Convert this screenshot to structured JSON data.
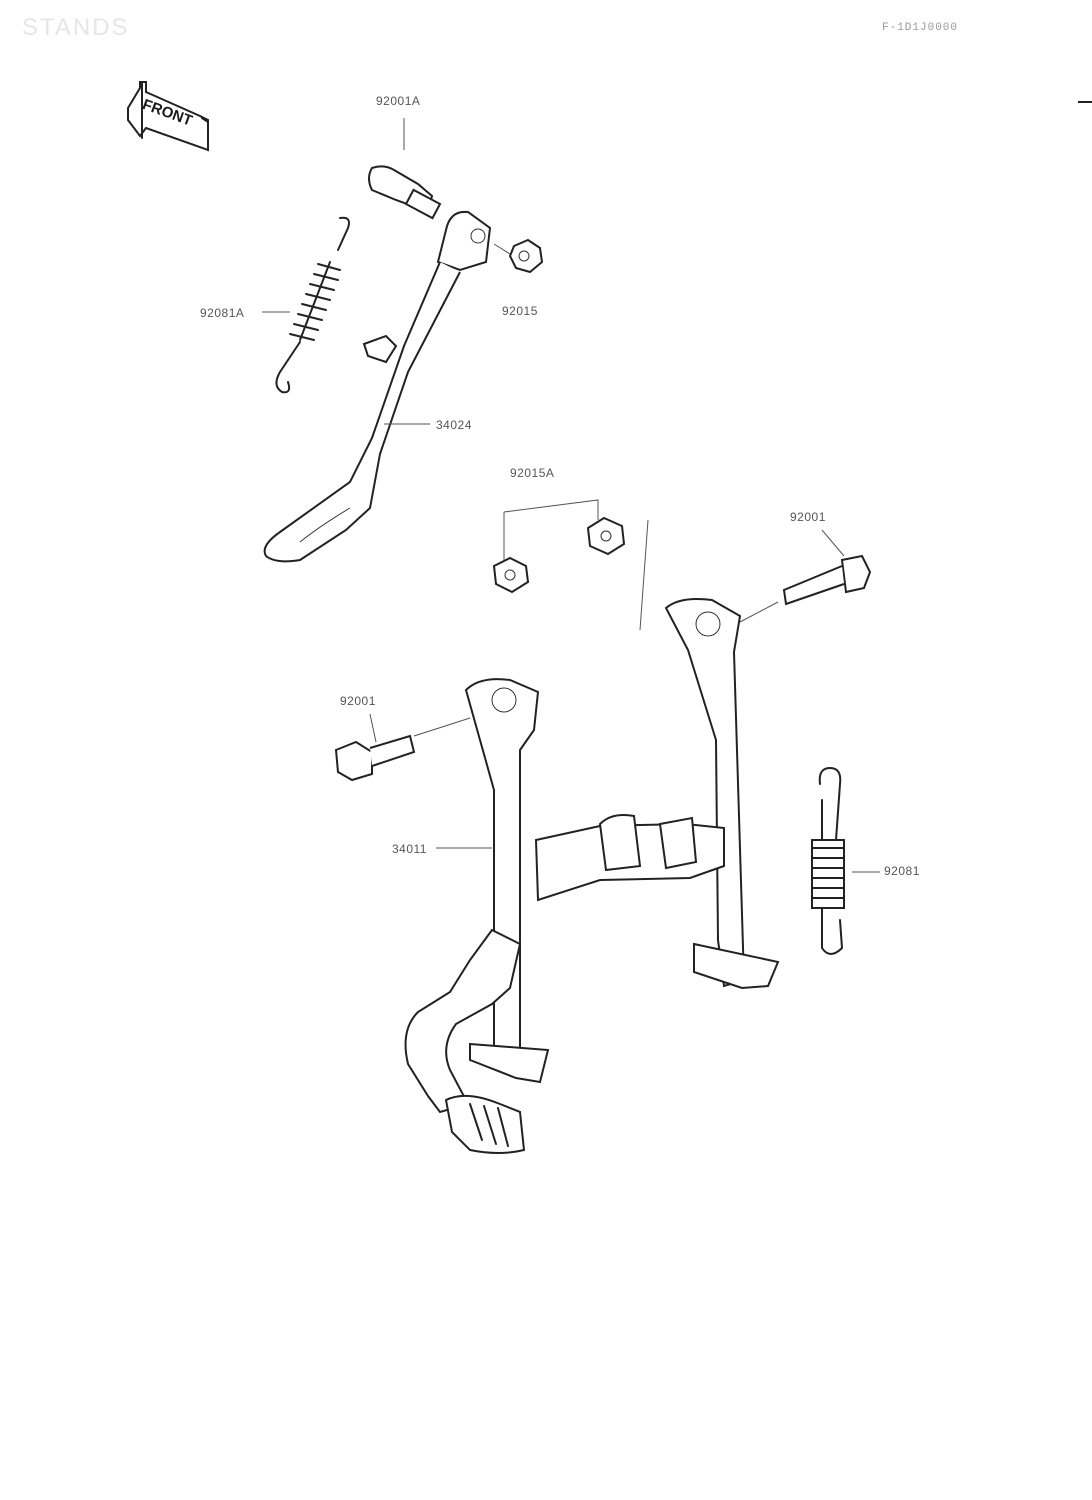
{
  "diagram": {
    "title": "STANDS",
    "reference_code": "F-1D1J0000",
    "front_badge": "FRONT",
    "parts": [
      {
        "part_number": "92001A",
        "name": "bolt"
      },
      {
        "part_number": "92015",
        "name": "nut"
      },
      {
        "part_number": "92081A",
        "name": "spring"
      },
      {
        "part_number": "34024",
        "name": "side stand"
      },
      {
        "part_number": "92015A",
        "name": "nut"
      },
      {
        "part_number": "92001",
        "name": "bolt"
      },
      {
        "part_number": "92001",
        "name": "bolt"
      },
      {
        "part_number": "34011",
        "name": "center stand"
      },
      {
        "part_number": "92081",
        "name": "spring"
      }
    ]
  }
}
